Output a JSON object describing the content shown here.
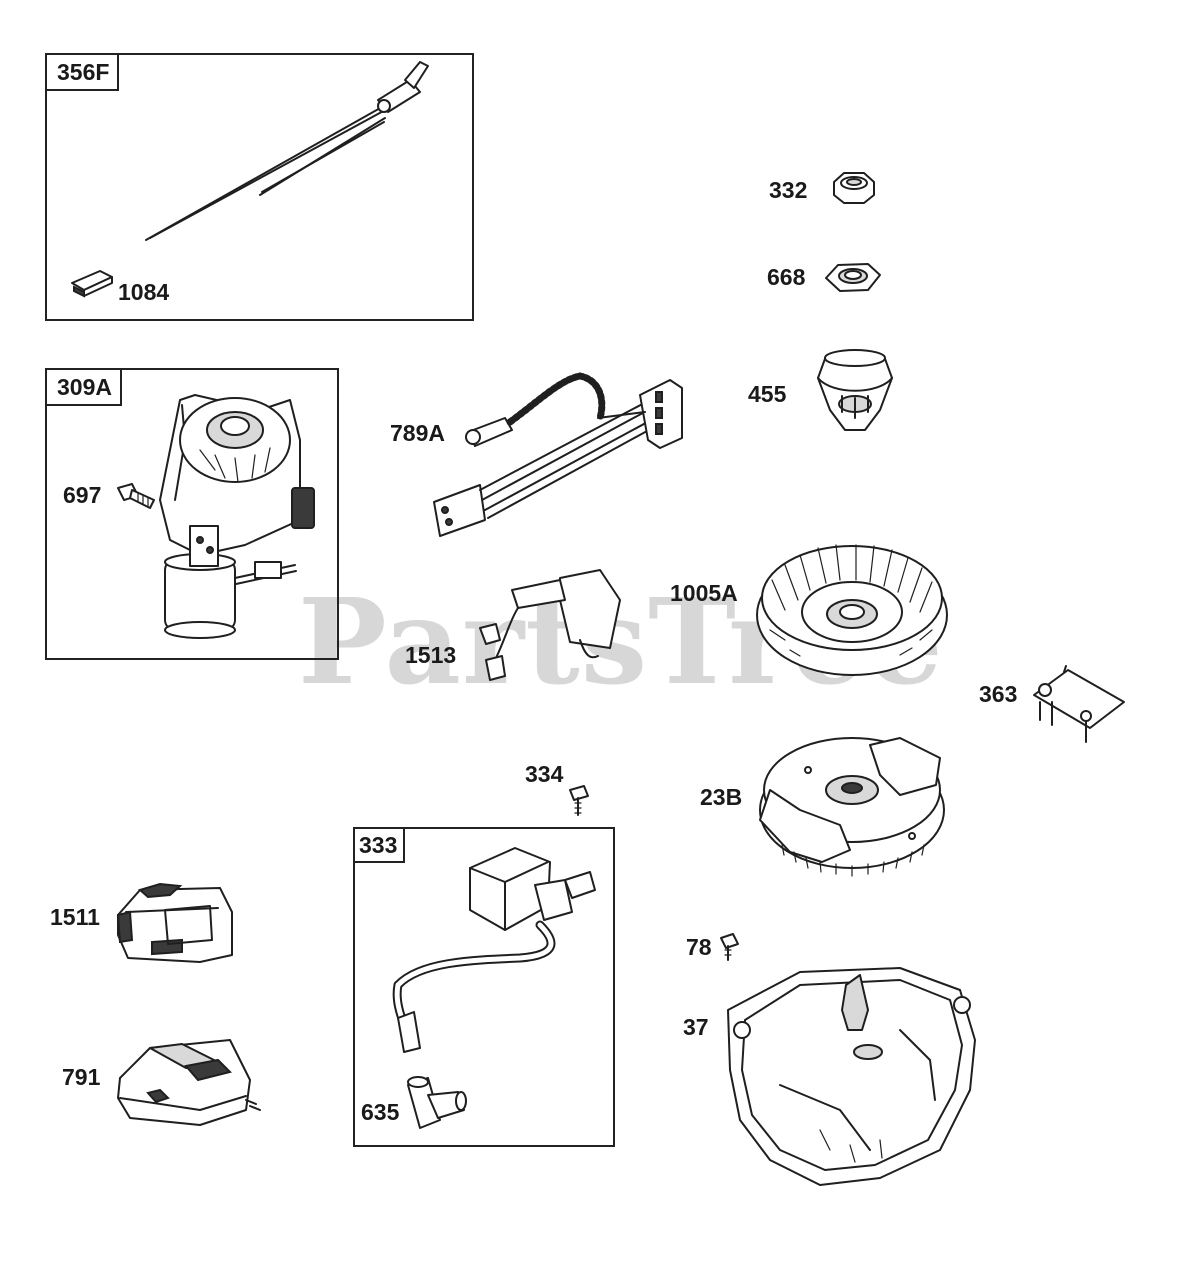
{
  "watermark": "PartsTree",
  "boxes": {
    "box_356F": "356F",
    "box_309A": "309A",
    "box_333": "333"
  },
  "parts": {
    "p1084": "1084",
    "p697": "697",
    "p332": "332",
    "p668": "668",
    "p455": "455",
    "p789A": "789A",
    "p1005A": "1005A",
    "p1513": "1513",
    "p363": "363",
    "p334": "334",
    "p23B": "23B",
    "p1511": "1511",
    "p78": "78",
    "p37": "37",
    "p791": "791",
    "p635": "635"
  }
}
